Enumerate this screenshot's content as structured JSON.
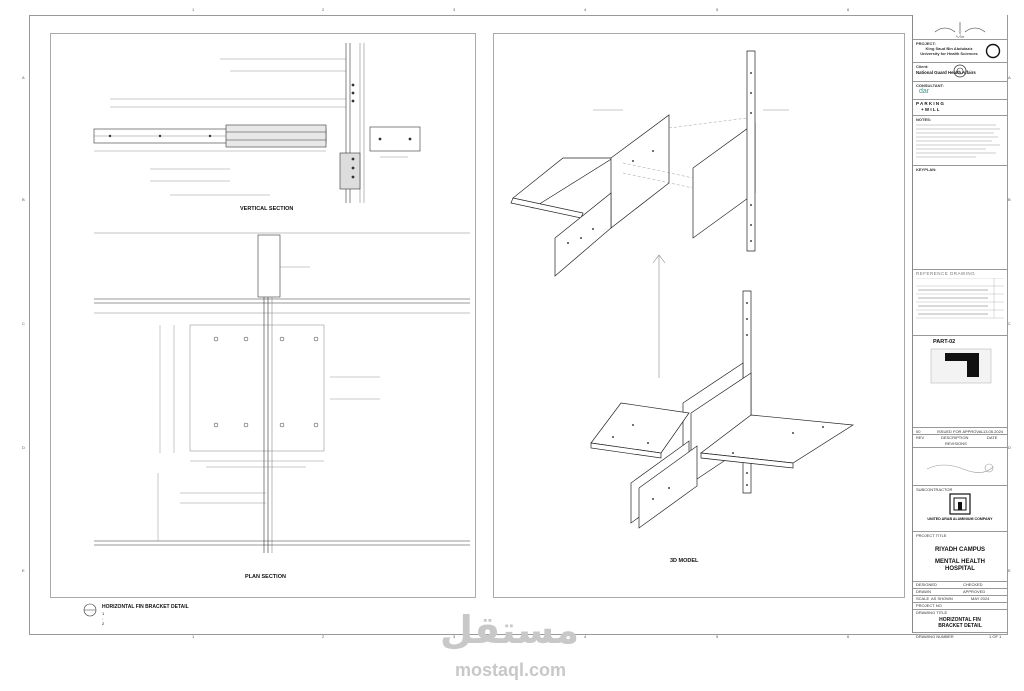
{
  "sheet": {
    "col_markers": [
      "1",
      "2",
      "3",
      "4",
      "5",
      "6"
    ],
    "row_markers": [
      "A",
      "B",
      "C",
      "D",
      "E"
    ]
  },
  "views": {
    "vertical_section": "VERTICAL SECTION",
    "plan_section": "PLAN SECTION",
    "model_3d": "3D MODEL"
  },
  "detail": {
    "title": "HORIZONTAL FIN BRACKET DETAIL",
    "scale": "1 : 2"
  },
  "title_block": {
    "project_label": "PROJECT:",
    "university": "King Saud Bin Abdulaziz University for Health Sciences",
    "client_label": "Client:",
    "client": "National Guard Health Affairs",
    "consultant_label": "CONSULTANT:",
    "consultant_logo": "dar",
    "parking_line1": "P A R K I N G",
    "parking_line2": "+ W I L L",
    "notes_label": "NOTES:",
    "keyplan_label": "KEYPLAN:",
    "reference_label": "REFERENCE DRAWING",
    "part_label": "PART-02",
    "subcontractor_label": "SUBCONTRACTOR",
    "subcontractor": "UNITED ARAB ALUMINIUM COMPANY",
    "project_title_label": "PROJECT TITLE",
    "project_title_1": "RIYADH CAMPUS",
    "project_title_2": "MENTAL HEALTH",
    "project_title_3": "HOSPITAL",
    "rev_label": "REV",
    "description_label": "DESCRIPTION",
    "date_label": "DATE",
    "rev_row_1": "00",
    "rev_desc_1": "ISSUED FOR APPROVAL",
    "rev_date_1": "13.05.2024",
    "rev_desc_2": "REVISIONS",
    "designed_label": "DESIGNED",
    "drawn_label": "DRAWN",
    "checked_label": "CHECKED",
    "approved_label": "APPROVED",
    "scale_label": "SCALE",
    "scale_value": "AS SHOWN",
    "date_value": "MAY 2024",
    "project_no_label": "PROJECT NO",
    "drawing_title_label": "DRAWING TITLE",
    "drawing_title_1": "HORIZONTAL FIN",
    "drawing_title_2": "BRACKET DETAIL",
    "drawing_number_label": "DRAWING NUMBER",
    "sheet_of": "1 OF 1"
  },
  "watermark": {
    "arabic": "مستقل",
    "latin": "mostaql.com"
  }
}
